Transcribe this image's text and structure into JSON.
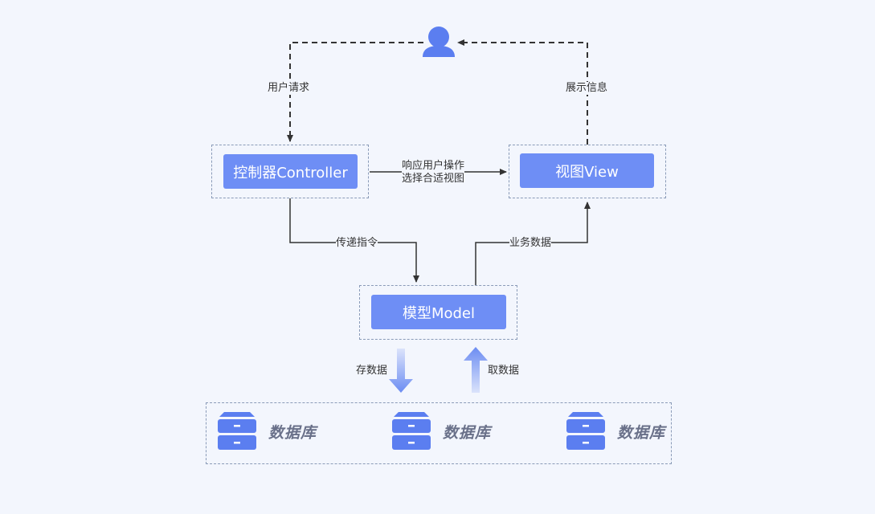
{
  "colors": {
    "background": "#f3f6fd",
    "node_fill": "#6e8ef5",
    "node_text": "#ffffff",
    "line": "#333333",
    "dashed_border": "#8a9bb8",
    "db_icon": "#5b7ef0",
    "db_text": "#697089"
  },
  "nodes": {
    "controller": "控制器Controller",
    "view": "视图View",
    "model": "模型Model"
  },
  "edges": {
    "user_request": "用户请求",
    "show_info": "展示信息",
    "respond_line1": "响应用户操作",
    "respond_line2": "选择合适视图",
    "pass_command": "传递指令",
    "business_data": "业务数据",
    "store_data": "存数据",
    "fetch_data": "取数据"
  },
  "databases": [
    {
      "label": "数据库",
      "icon": "database-icon"
    },
    {
      "label": "数据库",
      "icon": "database-icon"
    },
    {
      "label": "数据库",
      "icon": "database-icon"
    }
  ],
  "user": {
    "icon": "user-icon"
  }
}
